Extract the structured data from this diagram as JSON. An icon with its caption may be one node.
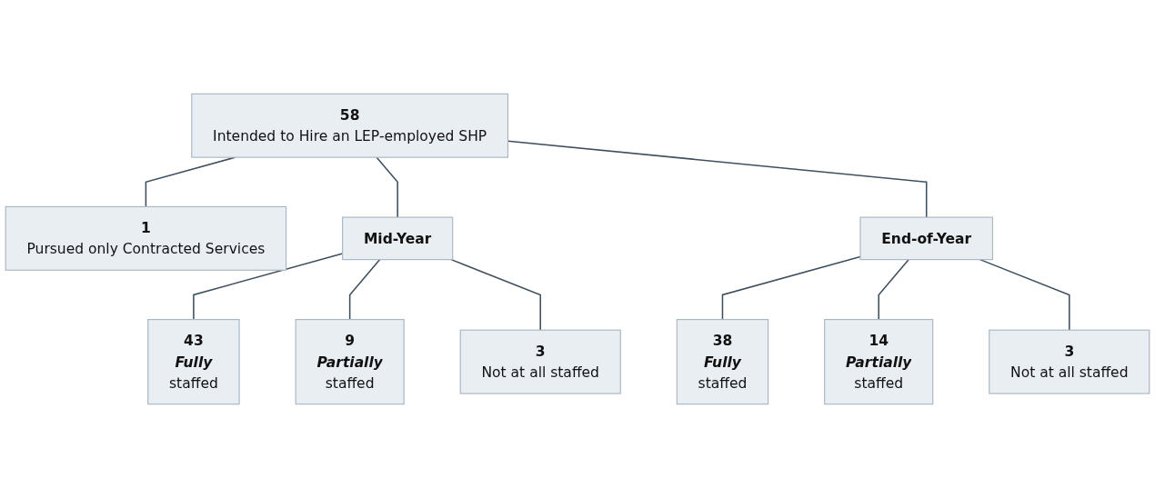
{
  "diagram": {
    "nodes": [
      {
        "text": [
          "58",
          "Intended to Hire an LEP-employed SHP"
        ]
      },
      {
        "text": [
          "1",
          "Pursued only Contracted Services"
        ]
      },
      {
        "text": [
          "Mid-Year"
        ]
      },
      {
        "text": [
          "End-of-Year"
        ]
      },
      {
        "text": [
          "43",
          "Fully",
          "staffed"
        ]
      },
      {
        "text": [
          "9",
          "Partially",
          "staffed"
        ]
      },
      {
        "text": [
          "3",
          "Not at all staffed"
        ]
      },
      {
        "text": [
          "38",
          "Fully",
          "staffed"
        ]
      },
      {
        "text": [
          "14",
          "Partially",
          "staffed"
        ]
      },
      {
        "text": [
          "3",
          "Not at all staffed"
        ]
      }
    ],
    "edges": [
      {
        "from": 0,
        "to": 1,
        "arrow": "none"
      },
      {
        "from": 0,
        "to": 2,
        "arrow": "none"
      },
      {
        "from": 0,
        "to": 3,
        "arrow": "none"
      },
      {
        "from": 2,
        "to": 4,
        "arrow": "none"
      },
      {
        "from": 2,
        "to": 5,
        "arrow": "none"
      },
      {
        "from": 2,
        "to": 6,
        "arrow": "none"
      },
      {
        "from": 3,
        "to": 7,
        "arrow": "none"
      },
      {
        "from": 3,
        "to": 8,
        "arrow": "none"
      },
      {
        "from": 3,
        "to": 9,
        "arrow": "none"
      }
    ]
  }
}
